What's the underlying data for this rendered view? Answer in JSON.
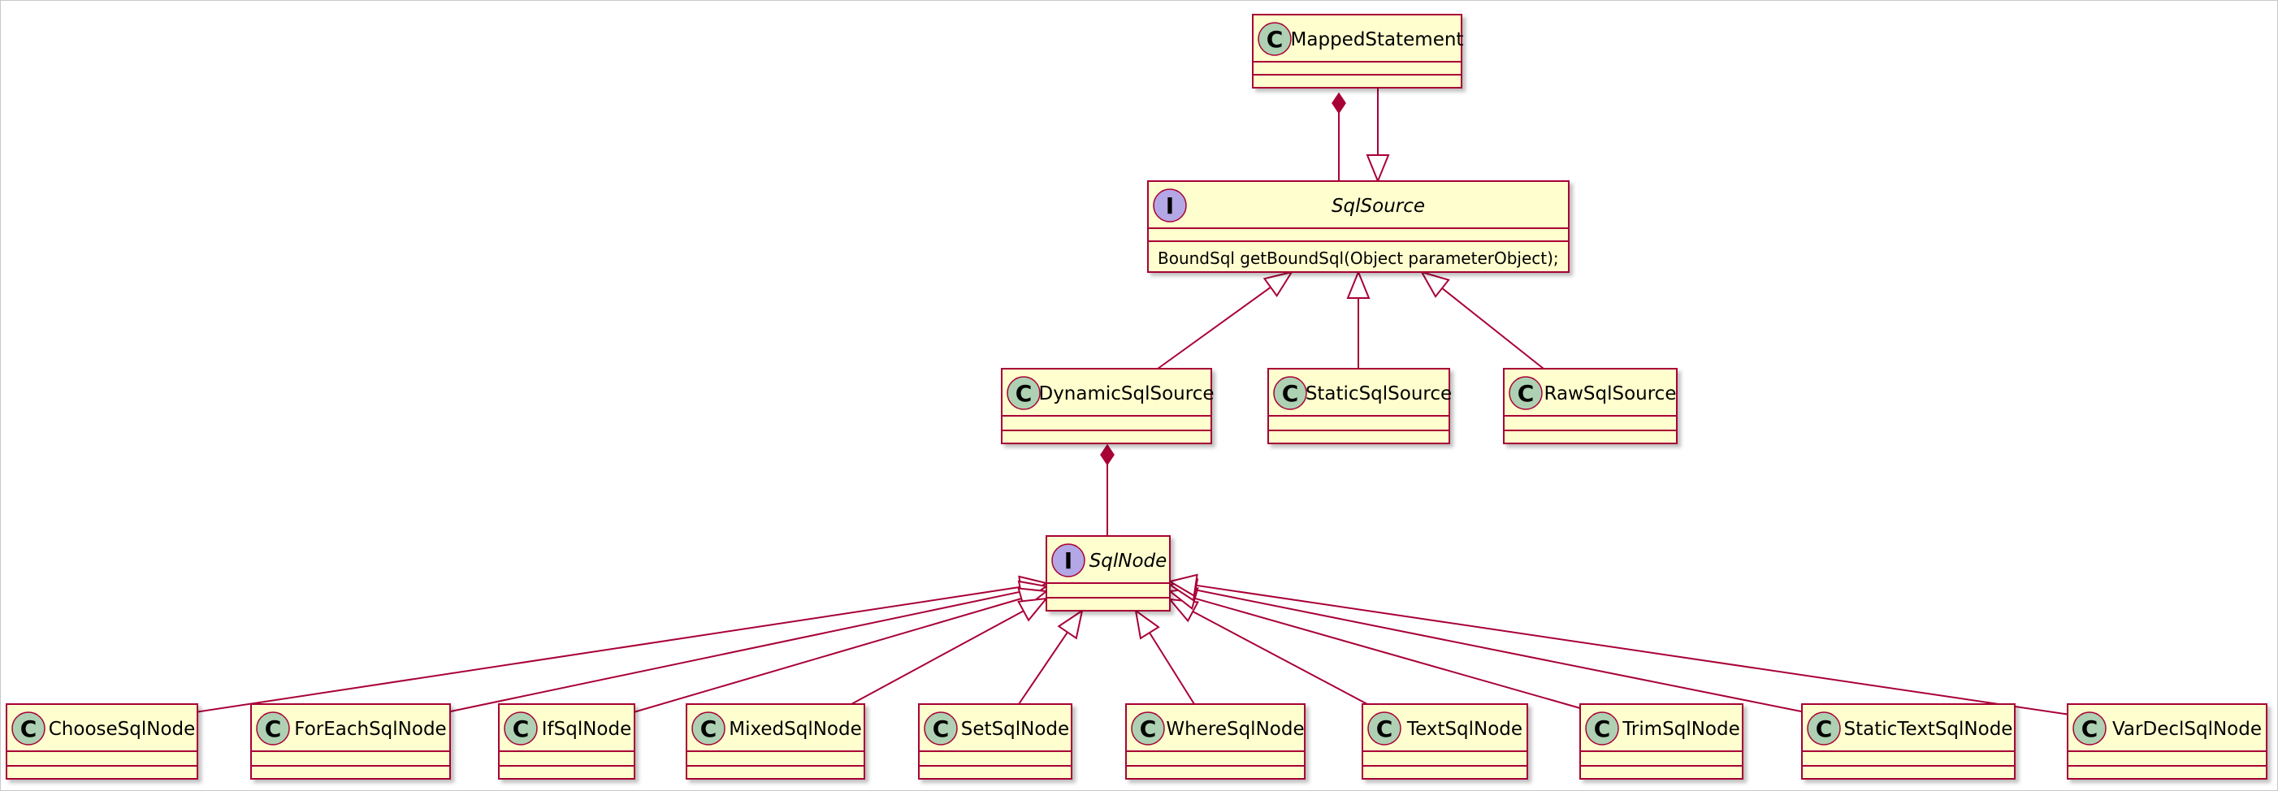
{
  "colors": {
    "fill": "#FEFECE",
    "border": "#A80036",
    "class_badge": "#ADD1B2",
    "interface_badge": "#B4A7E5",
    "line": "#A80036"
  },
  "classes": [
    {
      "id": "MappedStatement",
      "name": "MappedStatement",
      "stereotype": "C",
      "italic": false,
      "methods": []
    },
    {
      "id": "SqlSource",
      "name": "SqlSource",
      "stereotype": "I",
      "italic": true,
      "methods": [
        "BoundSql getBoundSql(Object parameterObject);"
      ]
    },
    {
      "id": "DynamicSqlSource",
      "name": "DynamicSqlSource",
      "stereotype": "C",
      "italic": false,
      "methods": []
    },
    {
      "id": "StaticSqlSource",
      "name": "StaticSqlSource",
      "stereotype": "C",
      "italic": false,
      "methods": []
    },
    {
      "id": "RawSqlSource",
      "name": "RawSqlSource",
      "stereotype": "C",
      "italic": false,
      "methods": []
    },
    {
      "id": "SqlNode",
      "name": "SqlNode",
      "stereotype": "I",
      "italic": true,
      "methods": []
    },
    {
      "id": "ChooseSqlNode",
      "name": "ChooseSqlNode",
      "stereotype": "C",
      "italic": false,
      "methods": []
    },
    {
      "id": "ForEachSqlNode",
      "name": "ForEachSqlNode",
      "stereotype": "C",
      "italic": false,
      "methods": []
    },
    {
      "id": "IfSqlNode",
      "name": "IfSqlNode",
      "stereotype": "C",
      "italic": false,
      "methods": []
    },
    {
      "id": "MixedSqlNode",
      "name": "MixedSqlNode",
      "stereotype": "C",
      "italic": false,
      "methods": []
    },
    {
      "id": "SetSqlNode",
      "name": "SetSqlNode",
      "stereotype": "C",
      "italic": false,
      "methods": []
    },
    {
      "id": "WhereSqlNode",
      "name": "WhereSqlNode",
      "stereotype": "C",
      "italic": false,
      "methods": []
    },
    {
      "id": "TextSqlNode",
      "name": "TextSqlNode",
      "stereotype": "C",
      "italic": false,
      "methods": []
    },
    {
      "id": "TrimSqlNode",
      "name": "TrimSqlNode",
      "stereotype": "C",
      "italic": false,
      "methods": []
    },
    {
      "id": "StaticTextSqlNode",
      "name": "StaticTextSqlNode",
      "stereotype": "C",
      "italic": false,
      "methods": []
    },
    {
      "id": "VarDeclSqlNode",
      "name": "VarDeclSqlNode",
      "stereotype": "C",
      "italic": false,
      "methods": []
    }
  ],
  "relations": [
    {
      "type": "composition",
      "whole": "MappedStatement",
      "part": "SqlSource"
    },
    {
      "type": "inheritance",
      "child": "MappedStatement",
      "parent": "SqlSource"
    },
    {
      "type": "inheritance",
      "child": "DynamicSqlSource",
      "parent": "SqlSource"
    },
    {
      "type": "inheritance",
      "child": "StaticSqlSource",
      "parent": "SqlSource"
    },
    {
      "type": "inheritance",
      "child": "RawSqlSource",
      "parent": "SqlSource"
    },
    {
      "type": "composition",
      "whole": "DynamicSqlSource",
      "part": "SqlNode"
    },
    {
      "type": "inheritance",
      "child": "ChooseSqlNode",
      "parent": "SqlNode"
    },
    {
      "type": "inheritance",
      "child": "ForEachSqlNode",
      "parent": "SqlNode"
    },
    {
      "type": "inheritance",
      "child": "IfSqlNode",
      "parent": "SqlNode"
    },
    {
      "type": "inheritance",
      "child": "MixedSqlNode",
      "parent": "SqlNode"
    },
    {
      "type": "inheritance",
      "child": "SetSqlNode",
      "parent": "SqlNode"
    },
    {
      "type": "inheritance",
      "child": "WhereSqlNode",
      "parent": "SqlNode"
    },
    {
      "type": "inheritance",
      "child": "TextSqlNode",
      "parent": "SqlNode"
    },
    {
      "type": "inheritance",
      "child": "TrimSqlNode",
      "parent": "SqlNode"
    },
    {
      "type": "inheritance",
      "child": "StaticTextSqlNode",
      "parent": "SqlNode"
    },
    {
      "type": "inheritance",
      "child": "VarDeclSqlNode",
      "parent": "SqlNode"
    }
  ]
}
